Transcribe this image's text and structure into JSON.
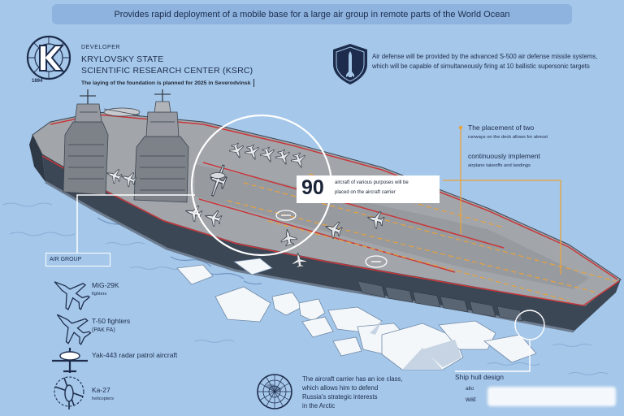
{
  "colors": {
    "background": "#a5c7e9",
    "banner": "#8db3de",
    "ink": "#1d2c4c",
    "orange": "#e9a23b",
    "deck_red": "#c8373a"
  },
  "banner": {
    "text": "Provides rapid deployment of a mobile base for a large air group in remote parts of the World Ocean"
  },
  "logo": {
    "icon": "ksrc-logo-icon",
    "year": "1894"
  },
  "developer": {
    "label": "DEVELOPER",
    "name_line1": "KRYLOVSKY STATE",
    "name_line2": "SCIENTIFIC RESEARCH CENTER (KSRC)",
    "note": "The laying of the foundation is planned for 2025 in Severodvinsk"
  },
  "air_defense": {
    "icon": "shield-missile-icon",
    "text": "Air defense will be provided by the advanced S-500 air defense missile systems, which will be capable of simultaneously firing at 10 ballistic supersonic targets"
  },
  "runways": {
    "title_1": "The placement of two",
    "detail_1": "runways on the deck allows for almost",
    "title_2": "continuously implement",
    "detail_2": "airplane takeoffs and landings"
  },
  "aircraft_count": {
    "number": "90",
    "line_1": "aircraft of various purposes will be",
    "line_2": "placed on the aircraft carrier"
  },
  "air_group": {
    "label": "AIR GROUP",
    "items": [
      {
        "name": "MiG-29K",
        "sub": "fighters",
        "icon": "mig-29k-icon"
      },
      {
        "name": "T-50 fighters",
        "sub": "(PAK FA)",
        "icon": "t-50-icon"
      },
      {
        "name": "Yak-443 radar patrol aircraft",
        "icon": "yak-443-icon"
      },
      {
        "name": "Ka-27",
        "sub": "helicopters",
        "icon": "ka-27-icon"
      }
    ]
  },
  "ice_class": {
    "icon": "globe-icon",
    "lines": [
      "The aircraft carrier has an ice class,",
      "which allows him to defend",
      "Russia's strategic interests",
      "in the Arctic"
    ]
  },
  "hull": {
    "title": "Ship hull design",
    "fragments": [
      "allo",
      "wat"
    ]
  }
}
